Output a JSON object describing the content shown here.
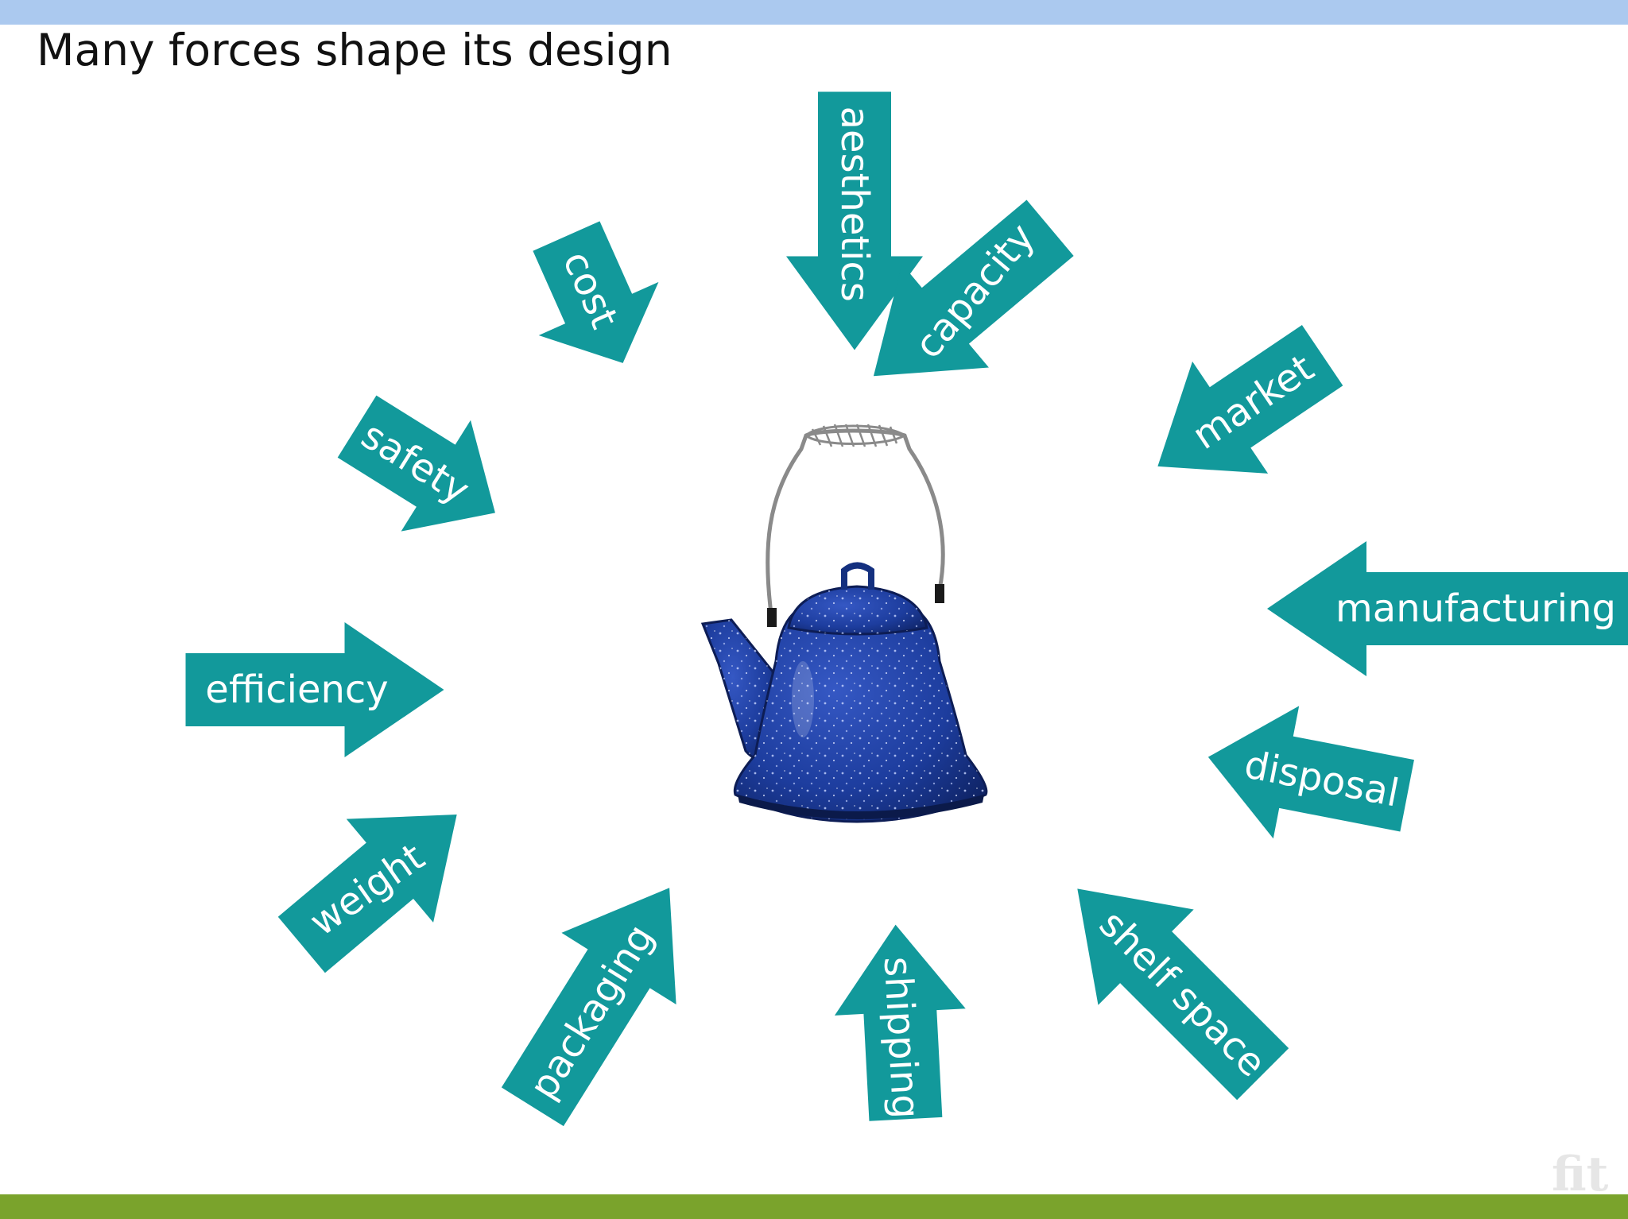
{
  "slide": {
    "title": "Many forces shape its design",
    "watermark": "fit"
  },
  "colors": {
    "top_bar": "#abc9ef",
    "bottom_bar": "#7aa32c",
    "arrow_fill": "#12999b",
    "arrow_text": "#ffffff",
    "kettle_body": "#1d3d9e"
  },
  "forces": [
    {
      "id": "aesthetics",
      "label": "aesthetics"
    },
    {
      "id": "capacity",
      "label": "capacity"
    },
    {
      "id": "market",
      "label": "market"
    },
    {
      "id": "manufacturing",
      "label": "manufacturing"
    },
    {
      "id": "disposal",
      "label": "disposal"
    },
    {
      "id": "shelf-space",
      "label": "shelf space"
    },
    {
      "id": "shipping",
      "label": "shipping"
    },
    {
      "id": "packaging",
      "label": "packaging"
    },
    {
      "id": "weight",
      "label": "weight"
    },
    {
      "id": "efficiency",
      "label": "efficiency"
    },
    {
      "id": "safety",
      "label": "safety"
    },
    {
      "id": "cost",
      "label": "cost"
    }
  ],
  "center_image": {
    "icon": "enamel-kettle-icon"
  }
}
